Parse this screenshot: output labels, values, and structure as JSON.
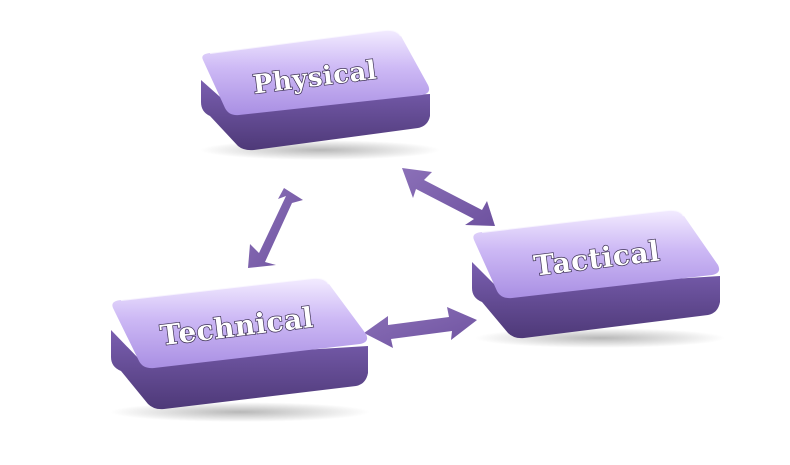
{
  "nodes": {
    "physical": {
      "label": "Physical"
    },
    "technical": {
      "label": "Technical"
    },
    "tactical": {
      "label": "Tactical"
    }
  },
  "links": [
    {
      "from": "physical",
      "to": "technical",
      "direction": "bidirectional"
    },
    {
      "from": "physical",
      "to": "tactical",
      "direction": "bidirectional"
    },
    {
      "from": "technical",
      "to": "tactical",
      "direction": "bidirectional"
    }
  ],
  "colors": {
    "block_top_light": "#f1e9ff",
    "block_top_mid": "#c6b2f2",
    "block_top_dark": "#a88ee2",
    "block_side": "#6a4f9c",
    "block_side_dark": "#4f3a78",
    "arrow": "#7f63ad",
    "label_text": "#ffffff",
    "label_outline": "#3b2f52"
  }
}
